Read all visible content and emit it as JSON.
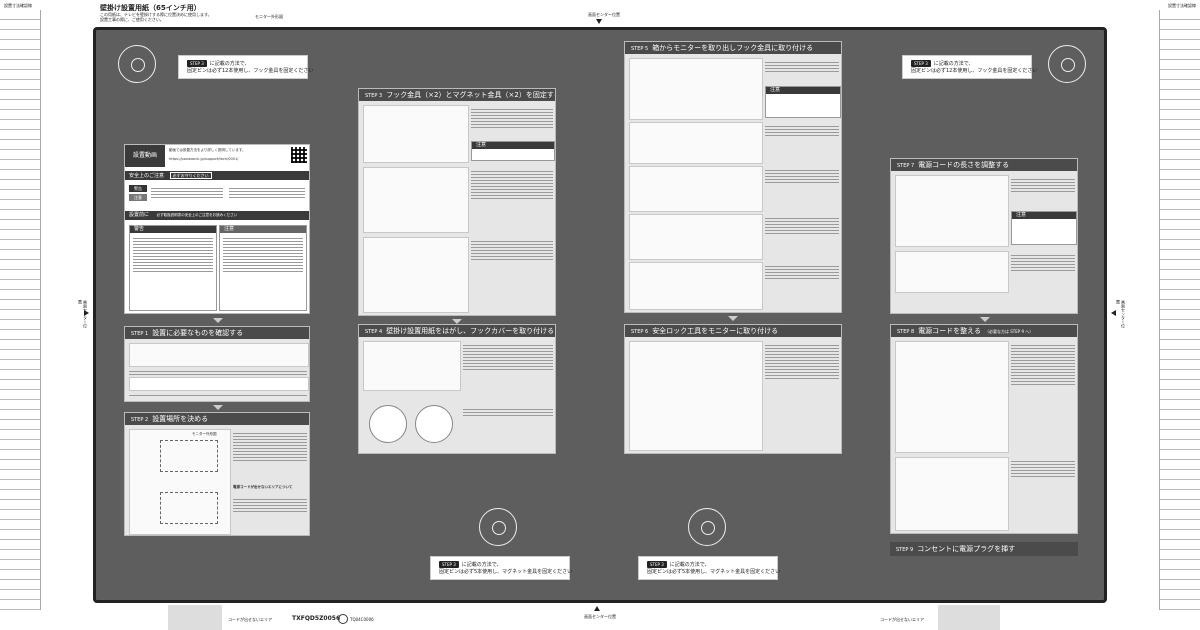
{
  "corner_labels": {
    "left": "設置寸法確認線",
    "right": "設置寸法確認線"
  },
  "header": {
    "title": "壁掛け設置用紙（65インチ用）",
    "subtitle_lines": [
      "この用紙は、テレビを壁掛けする際に位置決めに使用します。",
      "設置工事の際に、ご使用ください。"
    ]
  },
  "frame_label": "モニター外形図",
  "center_top_label": "画面センター位置",
  "center_bottom_label": "画面センター位置",
  "side_label_left": "画面センター位置",
  "side_label_right": "画面センター位置",
  "pin_notes": {
    "step": "STEP 3",
    "top_line1": "に記載の方法で、",
    "top_line2": "固定ピンは必ず12本使用し、フック金具を固定ください",
    "bottom_line1": "に記載の方法で、",
    "bottom_line2": "固定ピンは必ず5本使用し、マグネット金具を固定ください"
  },
  "video": {
    "title": "設置動画",
    "text": "動画では設置方法をより詳しく説明しています。",
    "url": "https://panasonic.jp/support/tech/0001/"
  },
  "safety": {
    "heading": "安全上のご注意",
    "sub": "必ずお守りください",
    "warning": "警告",
    "caution": "注意",
    "before": "設置前に",
    "before_text": "必ず取扱説明書の安全上のご注意をお読みください"
  },
  "steps": [
    {
      "num": "STEP 1",
      "title": "設置に必要なものを確認する"
    },
    {
      "num": "STEP 2",
      "title": "設置場所を決める"
    },
    {
      "num": "STEP 3",
      "title": "フック金具（×2）とマグネット金具（×2）を固定する"
    },
    {
      "num": "STEP 4",
      "title": "壁掛け設置用紙をはがし、フックカバーを取り付ける"
    },
    {
      "num": "STEP 5",
      "title": "箱からモニターを取り出しフック金具に取り付ける"
    },
    {
      "num": "STEP 6",
      "title": "安全ロック工具をモニターに取り付ける"
    },
    {
      "num": "STEP 7",
      "title": "電源コードの長さを調整する"
    },
    {
      "num": "STEP 8",
      "title": "電源コードを整える",
      "sub": "（必要な方は STEP 9 へ）"
    },
    {
      "num": "STEP 9",
      "title": "コンセントに電源プラグを挿す"
    }
  ],
  "step2_labels": {
    "wall": "モニター外形図",
    "cord": "電源コードが出せないエリアについて"
  },
  "step5_caution": "注意",
  "step7_caution": "注意",
  "footer": {
    "left_label": "コードが出せないエリア",
    "right_label": "コードが出せないエリア",
    "code": "TXFQD5Z0056",
    "small_code": "TQ04C0006"
  }
}
